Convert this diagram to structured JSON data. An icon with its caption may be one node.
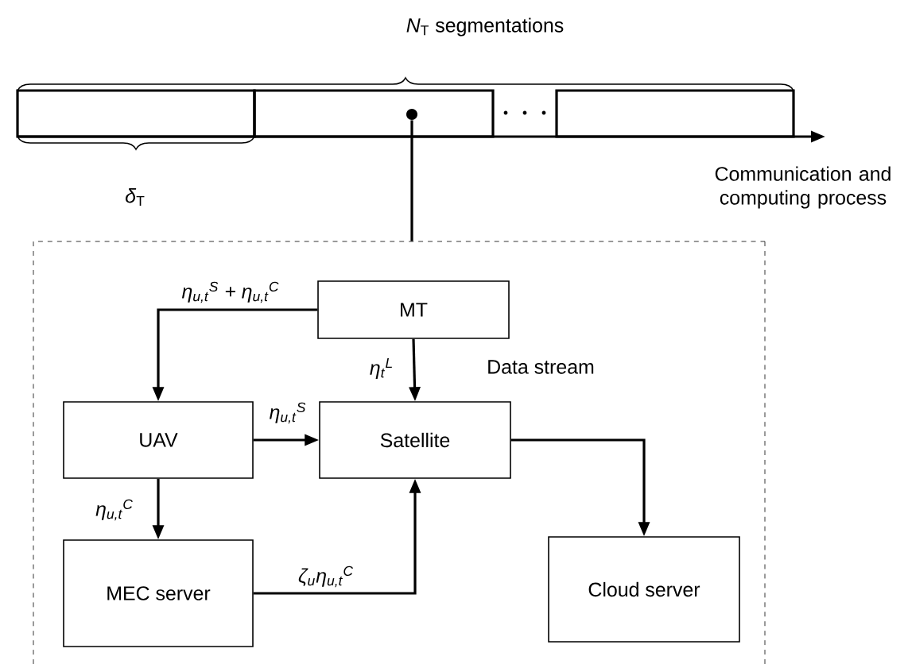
{
  "diagram": {
    "nodes": [
      {
        "text": [],
        "shape": "box"
      },
      {
        "text": [],
        "shape": "box"
      },
      {
        "text": [],
        "shape": "circle",
        "in": 1
      },
      {
        "text": [],
        "shape": "box"
      },
      {
        "text": [],
        "shape": "box"
      },
      {
        "text": [
          "MT"
        ],
        "in": 4
      },
      {
        "text": [
          "UAV"
        ],
        "in": 4
      },
      {
        "text": [
          "Satellite"
        ],
        "in": 4
      },
      {
        "text": [
          "MEC server"
        ],
        "in": 4
      },
      {
        "text": [
          "Cloud server"
        ],
        "in": 4
      }
    ],
    "edges": [
      {
        "from": 2,
        "to": 4,
        "arrow": "none"
      },
      {
        "from": 5,
        "to": 6,
        "arrow": "to",
        "label": "*η*$_{u,t}$$^{S}$ + *η*$_{u,t}$$^{C}$"
      },
      {
        "from": 5,
        "to": 7,
        "arrow": "to",
        "label": "*η*$_{t}$$^{L}$"
      },
      {
        "from": 6,
        "to": 7,
        "arrow": "to",
        "label": "*η*$_{u,t}$$^{S}$"
      },
      {
        "from": 6,
        "to": 8,
        "arrow": "to",
        "label": "*η*$_{u,t}$$^{C}$"
      },
      {
        "from": 8,
        "to": 7,
        "arrow": "to",
        "label": "*ζ*$_{u}$*η*$_{u,t}$$^{C}$"
      },
      {
        "from": 7,
        "to": 9,
        "arrow": "to"
      }
    ],
    "labels": [
      "*N*$_{T}$ segmentations",
      "*δ*$_{T}$",
      "Communication and computing process",
      "Data stream"
    ]
  }
}
